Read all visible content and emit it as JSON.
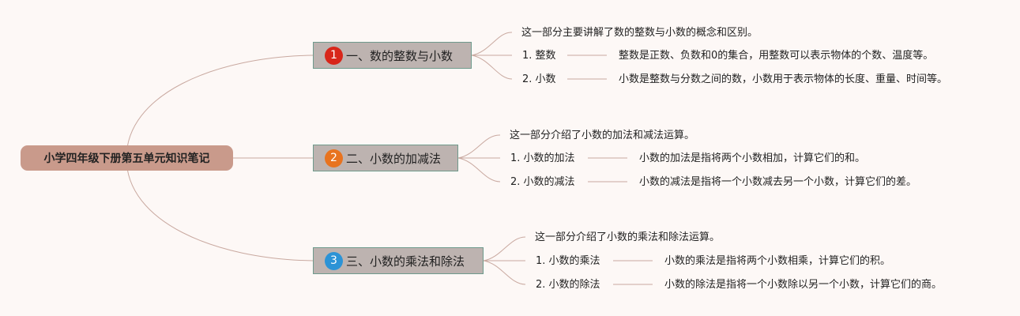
{
  "root": {
    "label": "小学四年级下册第五单元知识笔记"
  },
  "branches": [
    {
      "number": "1",
      "number_color": "#d8261a",
      "title": "一、数的整数与小数",
      "summary": "这一部分主要讲解了数的整数与小数的概念和区别。",
      "items": [
        {
          "term": "1. 整数",
          "desc": "整数是正数、负数和0的集合，用整数可以表示物体的个数、温度等。"
        },
        {
          "term": "2. 小数",
          "desc": "小数是整数与分数之间的数，小数用于表示物体的长度、重量、时间等。"
        }
      ]
    },
    {
      "number": "2",
      "number_color": "#e8731f",
      "title": "二、小数的加减法",
      "summary": "这一部分介绍了小数的加法和减法运算。",
      "items": [
        {
          "term": "1. 小数的加法",
          "desc": "小数的加法是指将两个小数相加，计算它们的和。"
        },
        {
          "term": "2. 小数的减法",
          "desc": "小数的减法是指将一个小数减去另一个小数，计算它们的差。"
        }
      ]
    },
    {
      "number": "3",
      "number_color": "#2c93d6",
      "title": "三、小数的乘法和除法",
      "summary": "这一部分介绍了小数的乘法和除法运算。",
      "items": [
        {
          "term": "1. 小数的乘法",
          "desc": "小数的乘法是指将两个小数相乘，计算它们的积。"
        },
        {
          "term": "2. 小数的除法",
          "desc": "小数的除法是指将一个小数除以另一个小数，计算它们的商。"
        }
      ]
    }
  ],
  "colors": {
    "root_fill": "#c99a8b",
    "branch_fill": "#bdb3b0",
    "branch_border": "#6f9a8c",
    "connector": "#c9a9a0",
    "background": "#fdf8f6"
  }
}
